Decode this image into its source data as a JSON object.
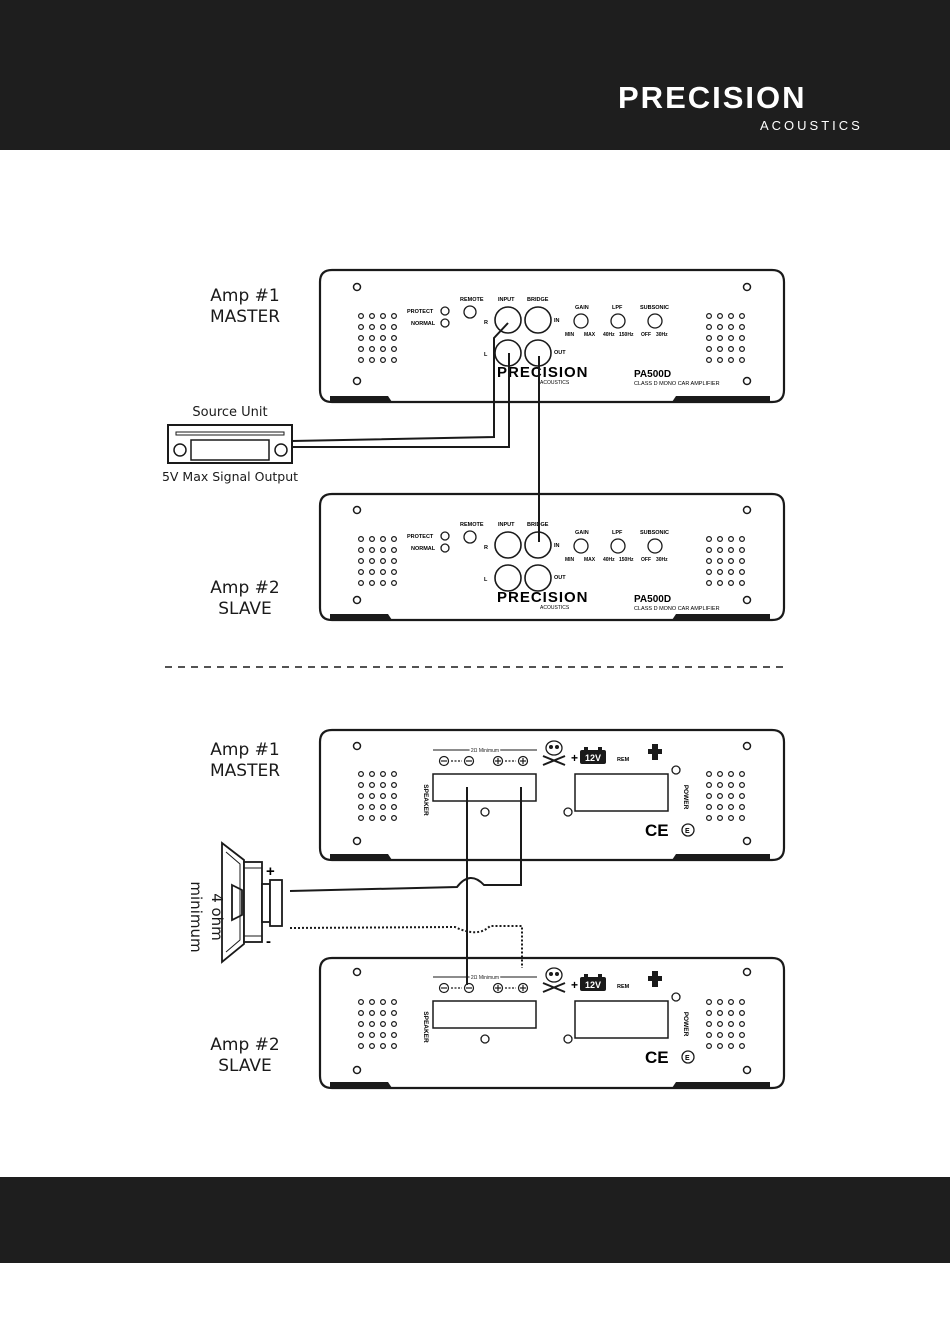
{
  "brand": {
    "name": "PRECISION",
    "sub": "ACOUSTICS"
  },
  "top_section": {
    "amp1": {
      "line1": "Amp #1",
      "line2": "MASTER"
    },
    "amp2": {
      "line1": "Amp #2",
      "line2": "SLAVE"
    },
    "source_unit": "Source Unit",
    "source_output": "5V Max Signal Output"
  },
  "front_panel": {
    "protect": "PROTECT",
    "normal": "NORMAL",
    "remote": "REMOTE",
    "input": "INPUT",
    "bridge": "BRIDGE",
    "r": "R",
    "l": "L",
    "in": "IN",
    "out": "OUT",
    "gain": "GAIN",
    "gain_min": "MIN",
    "gain_max": "MAX",
    "lpf": "LPF",
    "lpf_low": "40Hz",
    "lpf_high": "150Hz",
    "subsonic": "SUBSONIC",
    "sub_off": "OFF",
    "sub_on": "30Hz",
    "model": "PA500D",
    "model_desc": "CLASS D MONO CAR AMPLIFIER"
  },
  "bottom_section": {
    "amp1": {
      "line1": "Amp #1",
      "line2": "MASTER"
    },
    "amp2": {
      "line1": "Amp #2",
      "line2": "SLAVE"
    },
    "speaker_impedance": "4 ohm minimum",
    "plus": "+",
    "minus": "-"
  },
  "rear_panel": {
    "speaker": "SPEAKER",
    "ohm_min": "2Ω Minimum",
    "battery": "12V",
    "plus": "+",
    "rem": "REM",
    "power": "POWER",
    "ce": "CE",
    "emark": "E"
  }
}
